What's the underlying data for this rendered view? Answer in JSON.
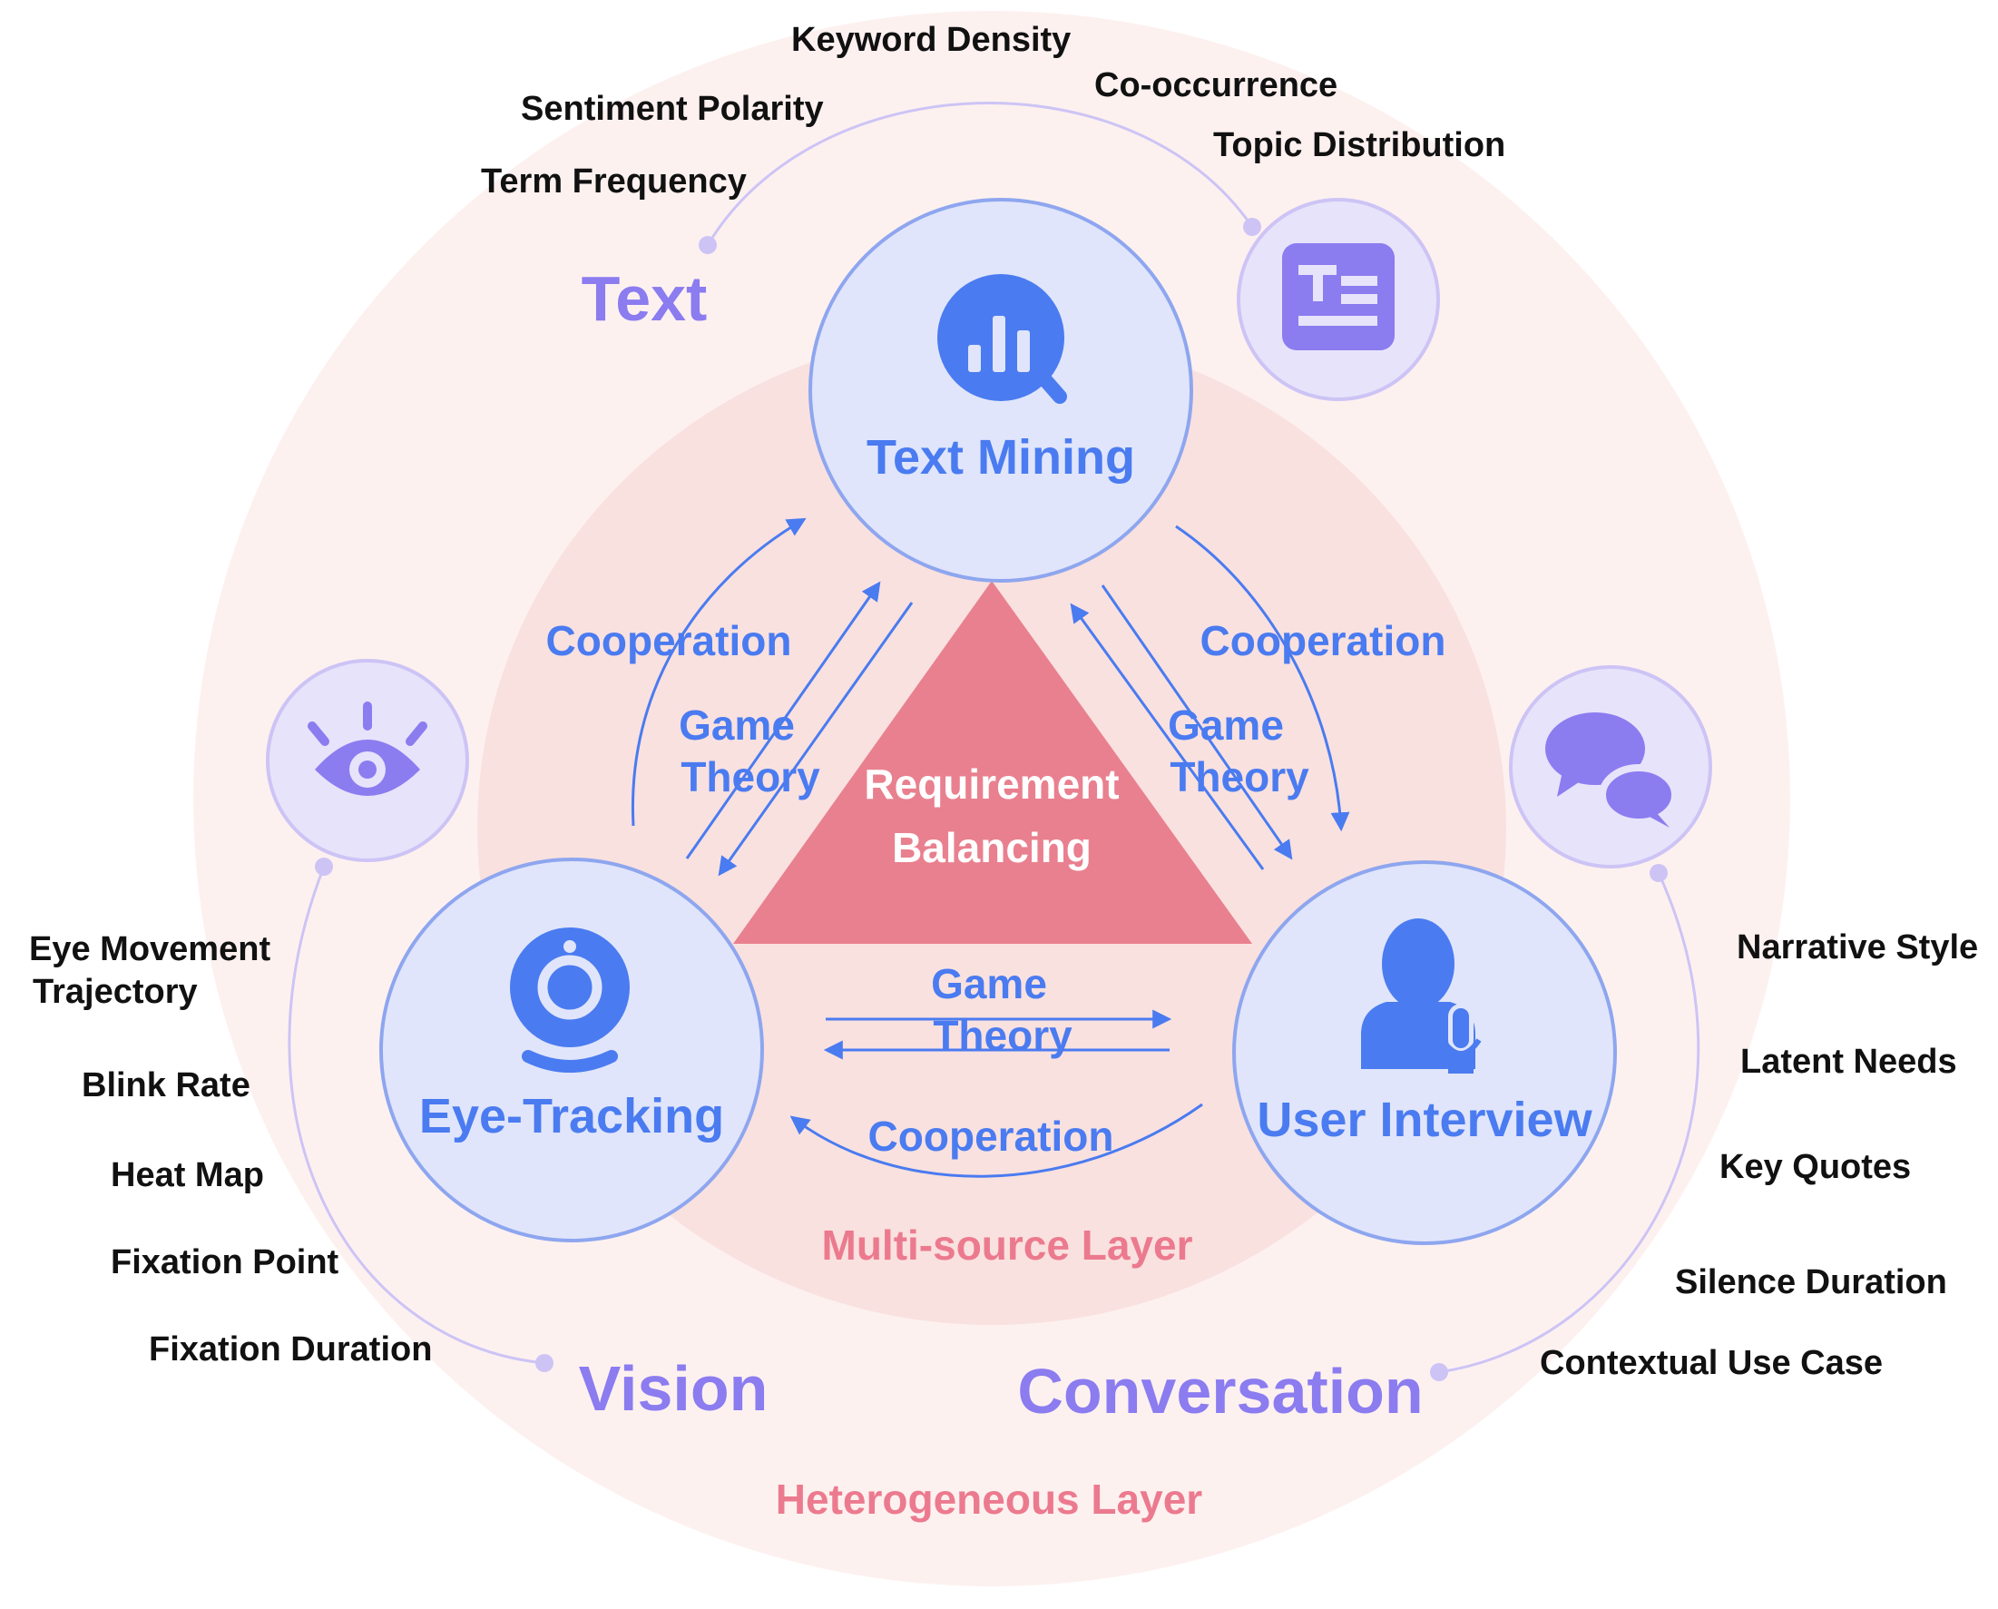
{
  "colors": {
    "outer_fill": "#fdf1f0",
    "inner_fill": "#f9e1df",
    "triangle": "#e9808f",
    "node_fill": "#e0e5fb",
    "node_stroke": "#8ea6ef",
    "icon_blue": "#4a7bf0",
    "modality_purple": "#8b7cf0",
    "layer_pink": "#ec7a8e",
    "connector": "#cdc4f5"
  },
  "layers": {
    "heterogeneous": "Heterogeneous Layer",
    "multisource": "Multi-source Layer"
  },
  "center": {
    "line1": "Requirement",
    "line2": "Balancing"
  },
  "nodes": {
    "text_mining": {
      "label": "Text Mining",
      "icon": "chart-search-icon"
    },
    "eye_tracking": {
      "label": "Eye-Tracking",
      "icon": "webcam-icon"
    },
    "user_interview": {
      "label": "User Interview",
      "icon": "user-microphone-icon"
    }
  },
  "modalities": {
    "text": {
      "label": "Text",
      "icon": "text-document-icon"
    },
    "vision": {
      "label": "Vision",
      "icon": "eye-icon"
    },
    "conversation": {
      "label": "Conversation",
      "icon": "chat-bubbles-icon"
    }
  },
  "relations": {
    "left": {
      "cooperation": "Cooperation",
      "game1": "Game",
      "game2": "Theory"
    },
    "right": {
      "cooperation": "Cooperation",
      "game1": "Game",
      "game2": "Theory"
    },
    "bottom": {
      "cooperation": "Cooperation",
      "game1": "Game",
      "game2": "Theory"
    }
  },
  "features": {
    "text": [
      "Keyword Density",
      "Co-occurrence",
      "Sentiment Polarity",
      "Topic Distribution",
      "Term Frequency"
    ],
    "vision": [
      "Eye Movement",
      "Trajectory",
      "Blink Rate",
      "Heat Map",
      "Fixation Point",
      "Fixation Duration"
    ],
    "conversation": [
      "Narrative Style",
      "Latent Needs",
      "Key Quotes",
      "Silence Duration",
      "Contextual Use Case"
    ]
  }
}
